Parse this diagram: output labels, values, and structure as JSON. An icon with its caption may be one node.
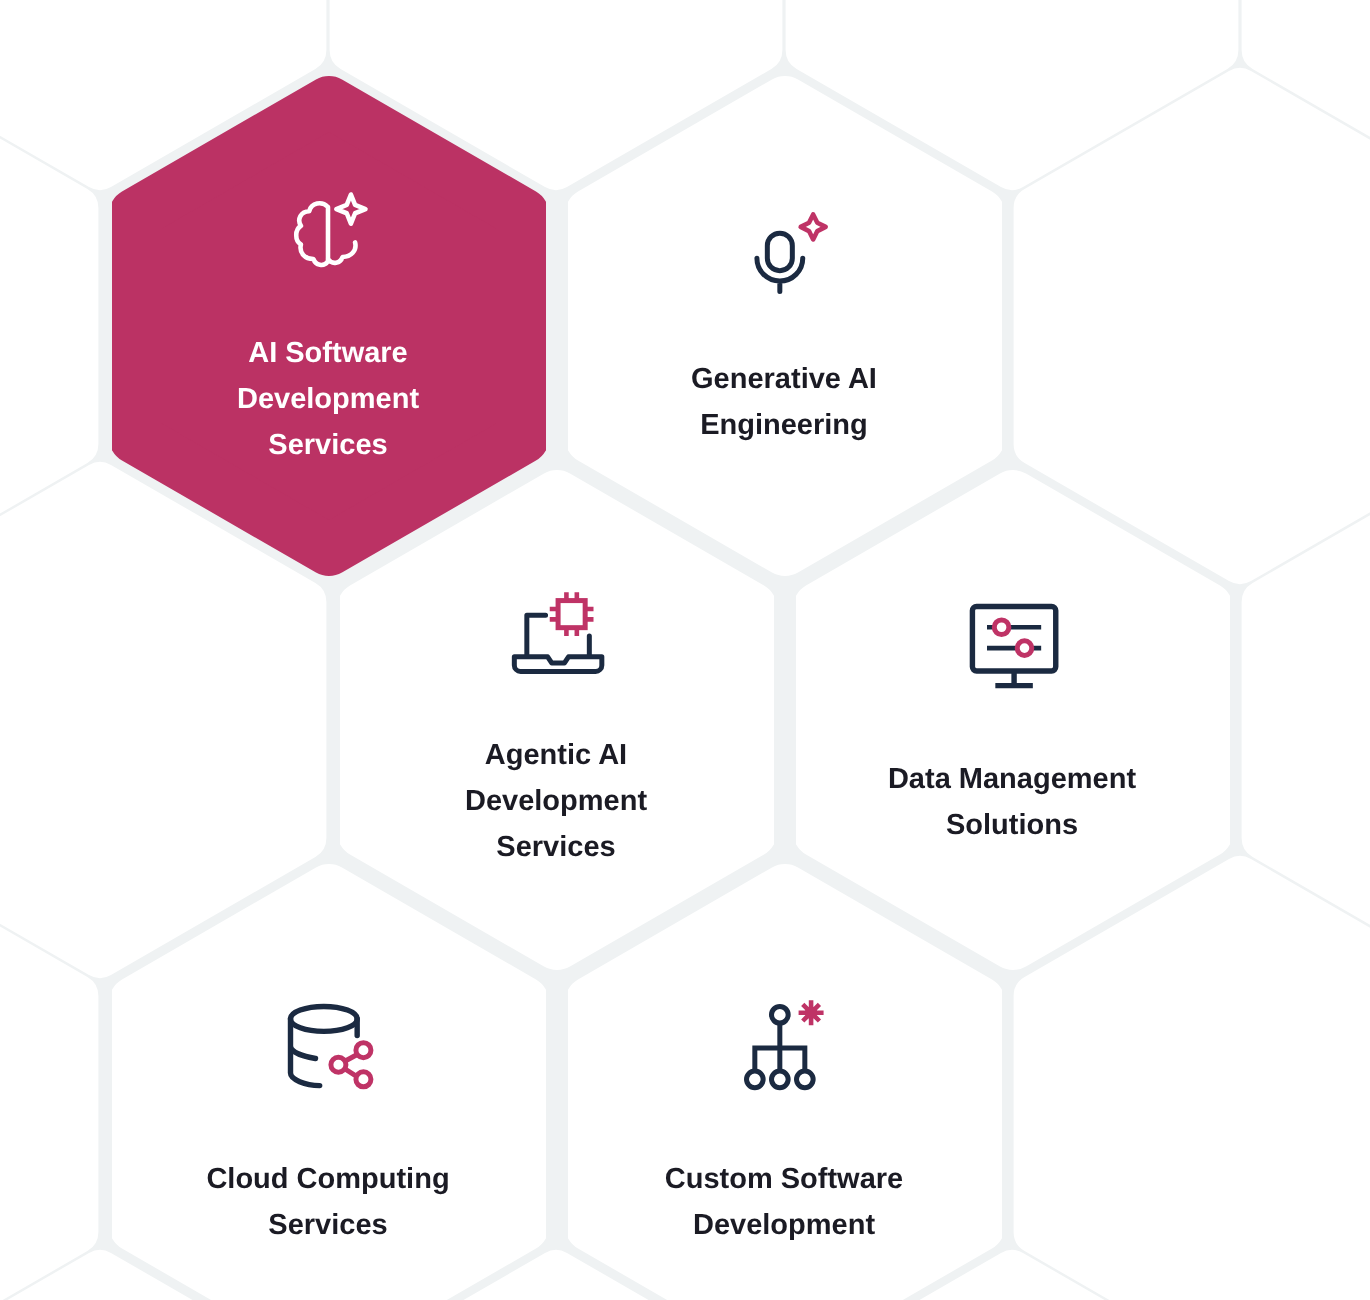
{
  "diagram": {
    "nodes": [
      {
        "text": [
          "AI Software Development Services"
        ]
      },
      {
        "text": [
          "Generative AI Engineering"
        ]
      },
      {
        "text": [
          "Agentic AI Development Services"
        ]
      },
      {
        "text": [
          "Data Management Solutions"
        ]
      },
      {
        "text": [
          "Cloud Computing Services"
        ]
      },
      {
        "text": [
          "Custom Software Development"
        ]
      }
    ]
  }
}
